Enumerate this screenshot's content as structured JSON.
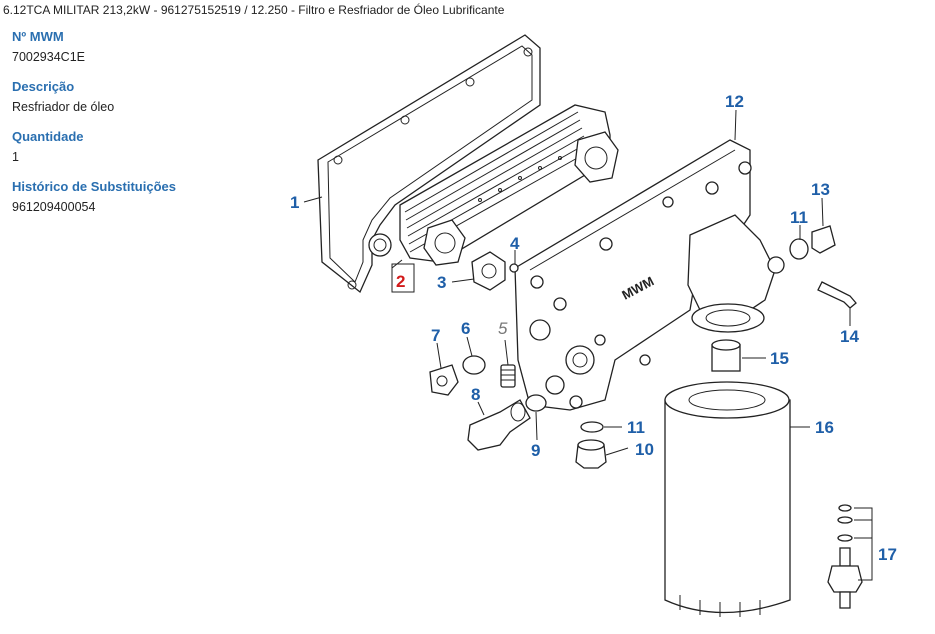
{
  "breadcrumb": "6.12TCA MILITAR 213,2kW - 961275152519  /  12.250 - Filtro e  Resfriador de Óleo Lubrificante",
  "fields": [
    {
      "label": "Nº MWM",
      "value": "7002934C1E"
    },
    {
      "label": "Descrição",
      "value": "Resfriador de óleo"
    },
    {
      "label": "Quantidade",
      "value": "1"
    },
    {
      "label": "Histórico de Substituições",
      "value": "961209400054"
    }
  ],
  "diagram": {
    "brand_text": "MWM",
    "callouts": [
      "1",
      "2",
      "3",
      "4",
      "5",
      "6",
      "7",
      "8",
      "9",
      "10",
      "11",
      "11",
      "12",
      "13",
      "14",
      "15",
      "16",
      "17"
    ],
    "selected_callout": "2"
  },
  "colors": {
    "label_blue": "#2a6fb0",
    "callout_blue": "#1f5fa8",
    "highlight_red": "#d21a1a"
  }
}
